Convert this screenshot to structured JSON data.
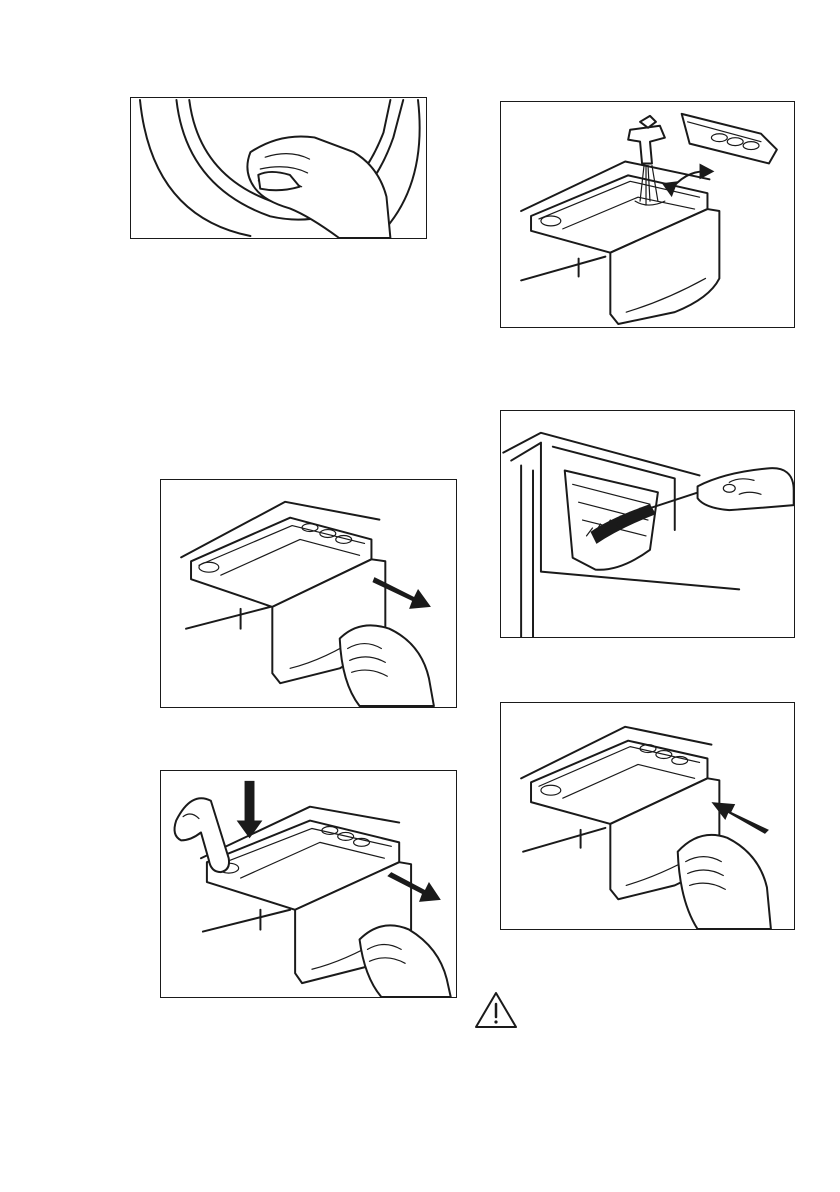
{
  "figures": [
    {
      "id": "door-seal",
      "icon": "door-seal-cleaning-icon"
    },
    {
      "id": "pull-drawer",
      "icon": "pull-out-dispenser-icon"
    },
    {
      "id": "press-release",
      "icon": "press-release-lever-icon"
    },
    {
      "id": "rinse-drawer",
      "icon": "rinse-under-tap-icon"
    },
    {
      "id": "brush-recess",
      "icon": "brush-cleaning-icon"
    },
    {
      "id": "insert-drawer",
      "icon": "insert-dispenser-icon"
    }
  ],
  "warning": {
    "icon": "warning-triangle-icon"
  }
}
